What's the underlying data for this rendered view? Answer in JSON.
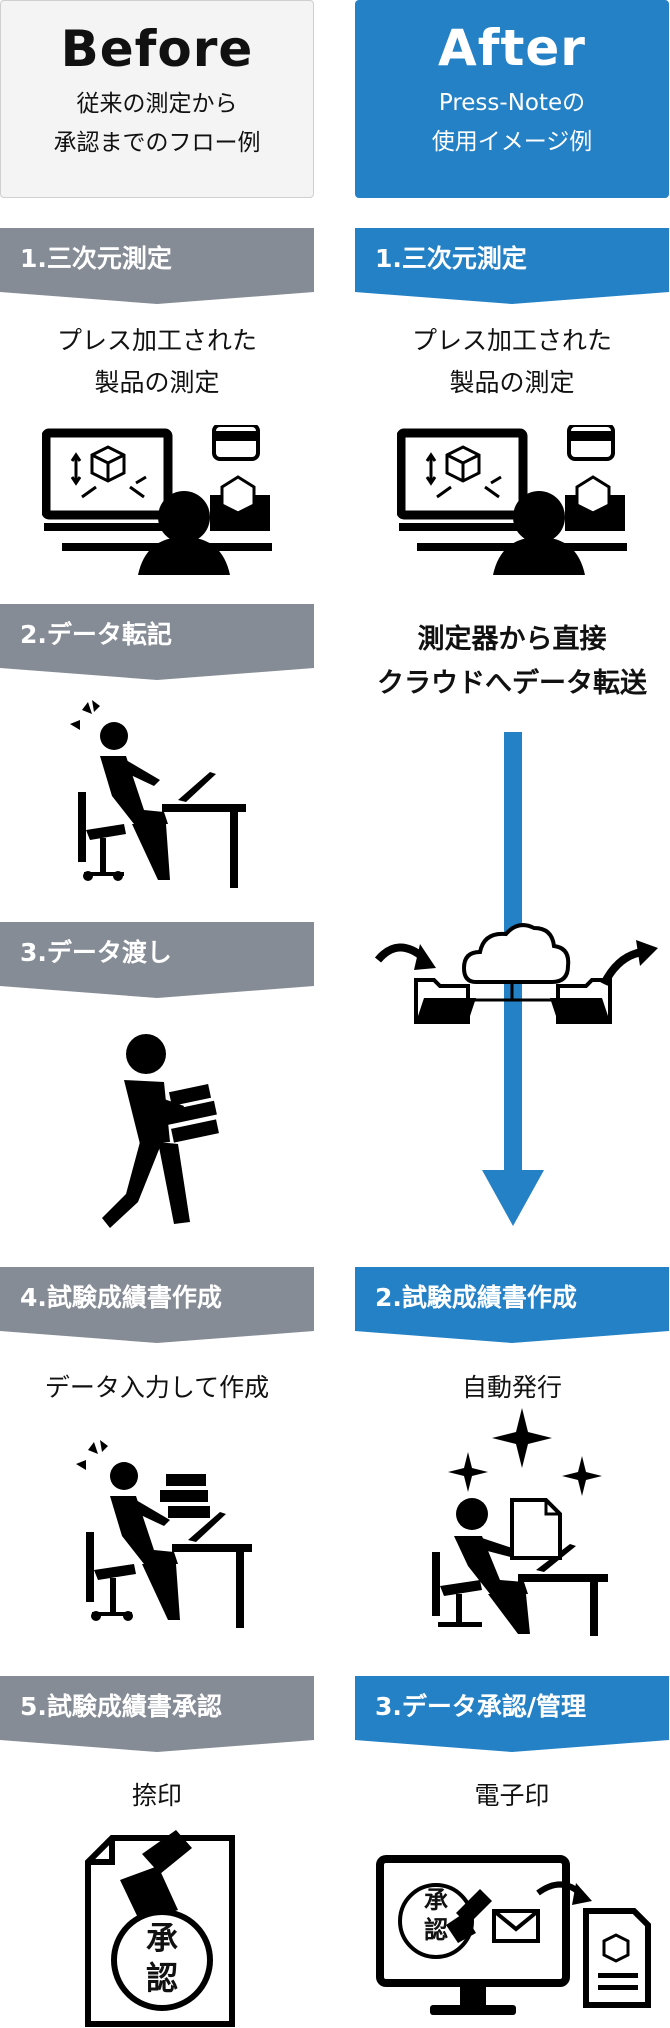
{
  "before": {
    "title": "Before",
    "subtitle_line1": "従来の測定から",
    "subtitle_line2": "承認までのフロー例",
    "steps": [
      {
        "label": "1.三次元測定",
        "caption_line1": "プレス加工された",
        "caption_line2": "製品の測定"
      },
      {
        "label": "2.データ転記"
      },
      {
        "label": "3.データ渡し"
      },
      {
        "label": "4.試験成績書作成",
        "caption_line1": "データ入力して作成"
      },
      {
        "label": "5.試験成績書承認",
        "caption_line1": "捺印",
        "stamp_char1": "承",
        "stamp_char2": "認"
      }
    ]
  },
  "after": {
    "title": "After",
    "subtitle_line1": "Press-Noteの",
    "subtitle_line2": "使用イメージ例",
    "steps": [
      {
        "label": "1.三次元測定",
        "caption_line1": "プレス加工された",
        "caption_line2": "製品の測定"
      },
      {
        "label": "2.試験成績書作成",
        "caption_line1": "自動発行"
      },
      {
        "label": "3.データ承認/管理",
        "caption_line1": "電子印",
        "stamp_char1": "承",
        "stamp_char2": "認"
      }
    ],
    "transfer_line1": "測定器から直接",
    "transfer_line2": "クラウドへデータ転送"
  },
  "colors": {
    "before_banner": "#868c96",
    "after_banner": "#2481c6",
    "arrow": "#2481c6",
    "header_before_bg": "#f4f4f4"
  }
}
